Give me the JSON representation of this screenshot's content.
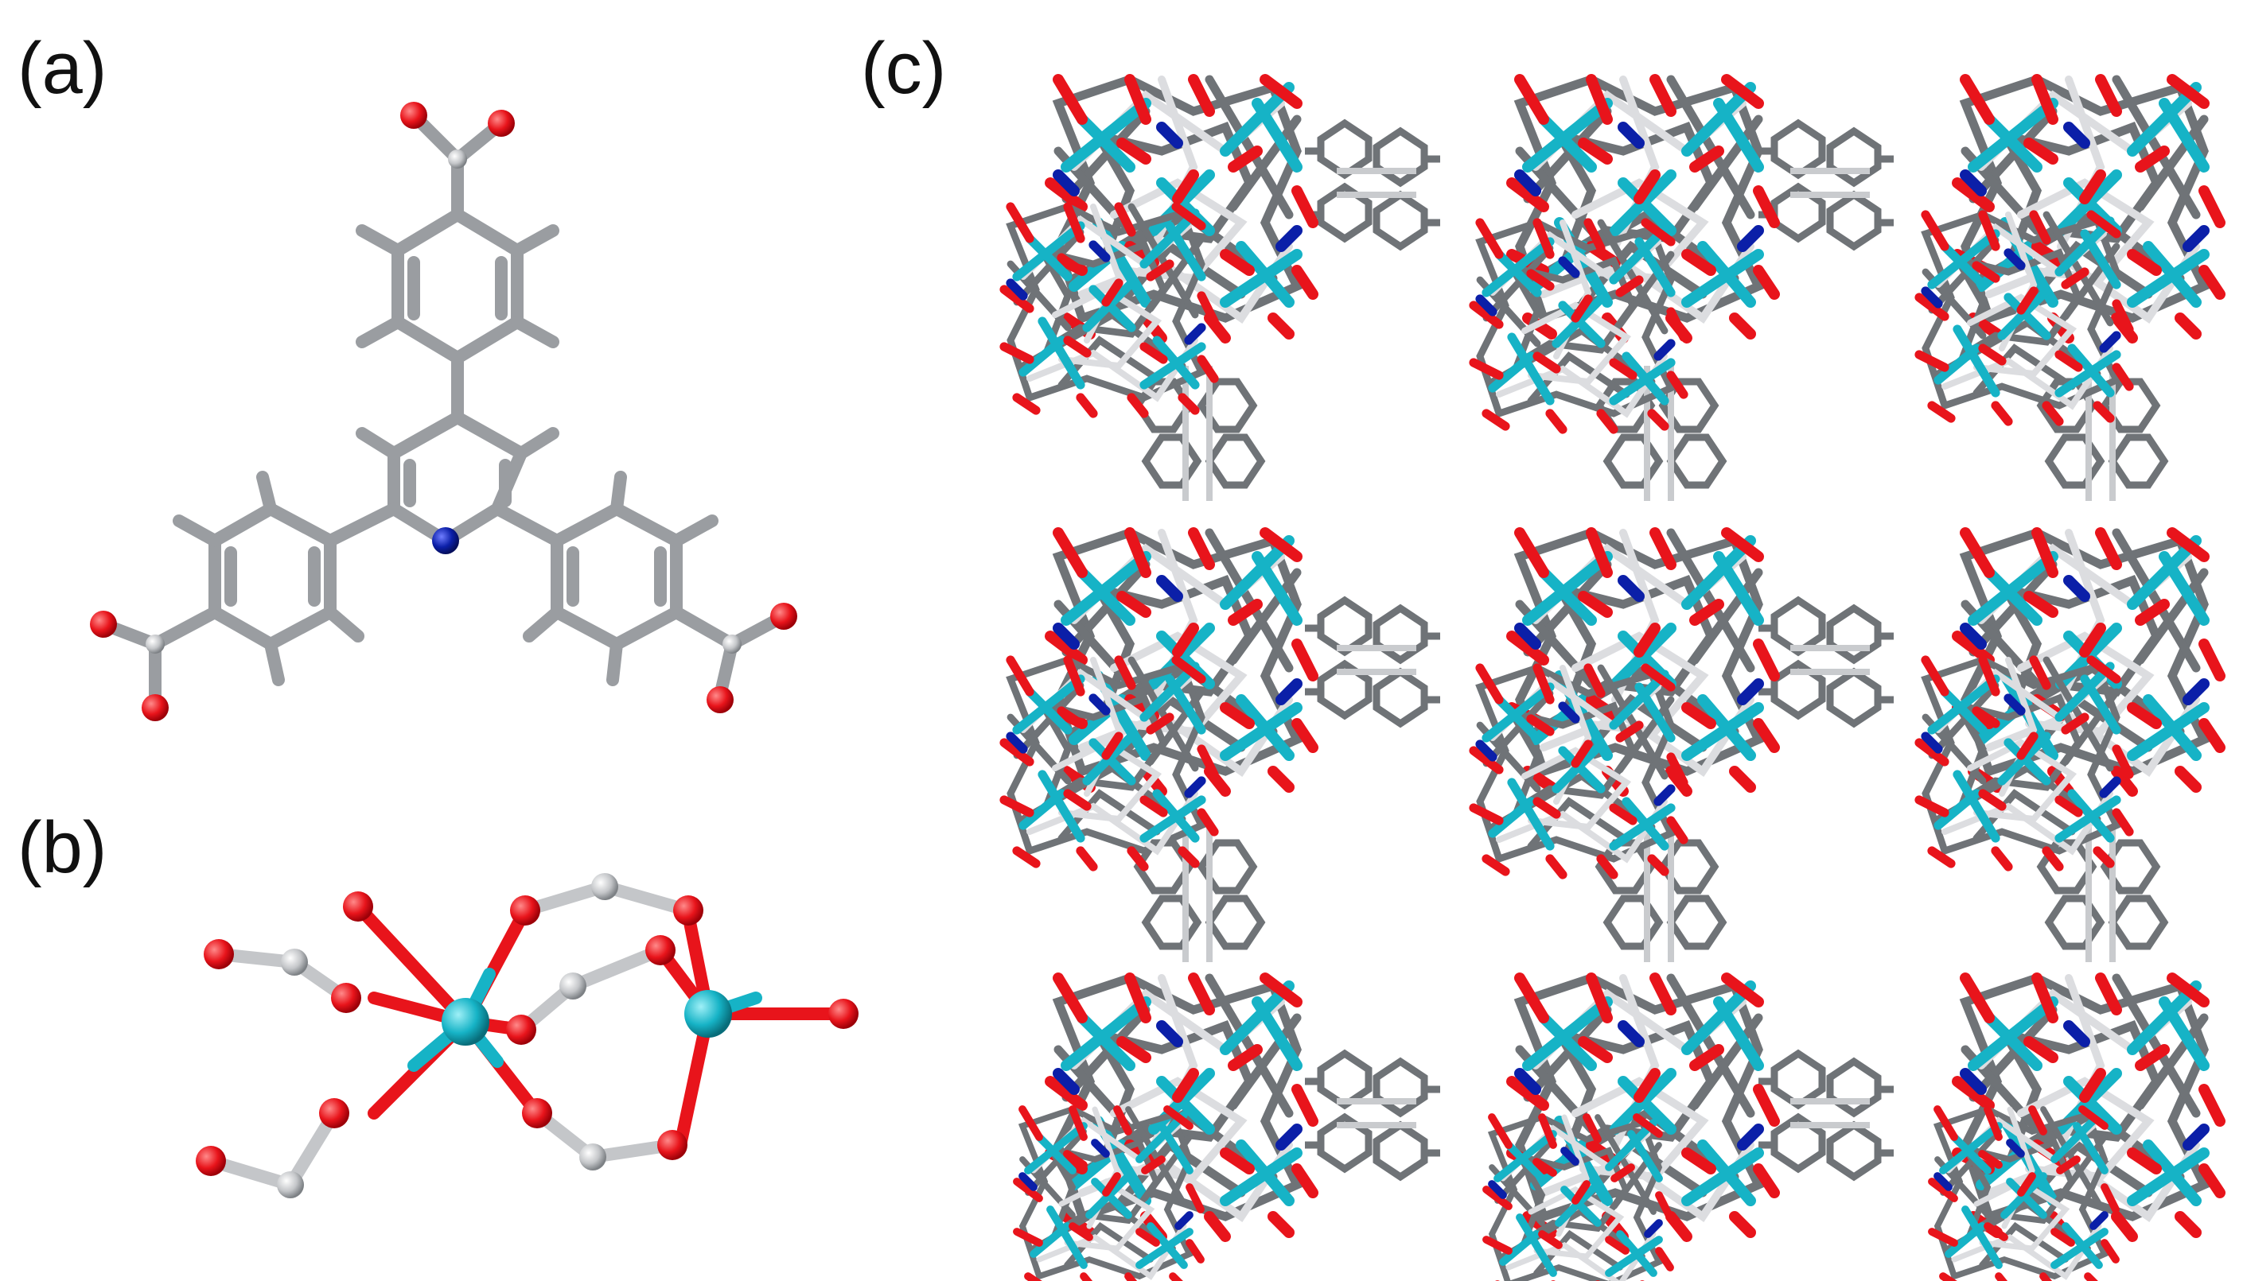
{
  "panels": {
    "a": {
      "label": "(a)"
    },
    "b": {
      "label": "(b)"
    },
    "c": {
      "label": "(c)"
    }
  },
  "colors": {
    "carbon": "#b9bcc0",
    "carbon_dark": "#6f7377",
    "hydrogen": "#d8d8d8",
    "oxygen": "#e8141b",
    "nitrogen": "#0b1fa8",
    "metal": "#16b3c6"
  }
}
